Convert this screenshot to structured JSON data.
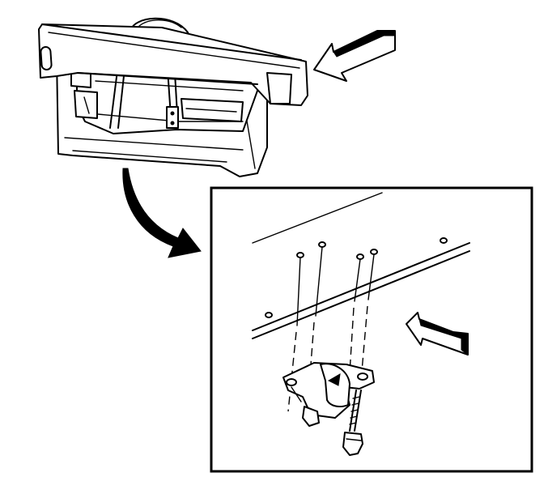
{
  "diagram": {
    "type": "technical-illustration",
    "labels": [],
    "colors": {
      "line": "#000000",
      "background": "#ffffff"
    },
    "icons": [
      "direction-arrow",
      "curved-callout-arrow",
      "mounting-bolt"
    ]
  }
}
